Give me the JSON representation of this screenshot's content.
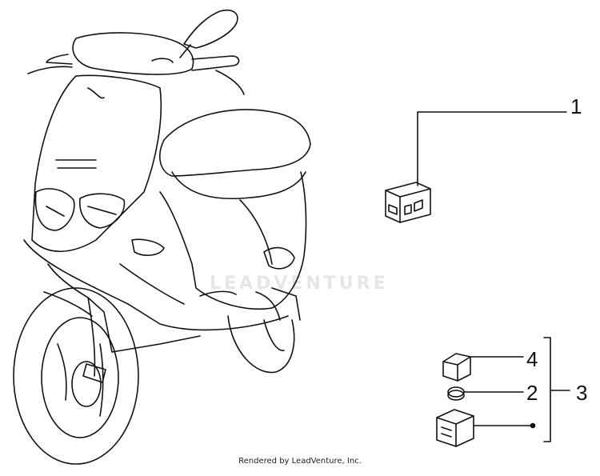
{
  "callouts": {
    "part_1": "1",
    "part_2": "2",
    "part_3": "3",
    "part_4": "4"
  },
  "footer": "Rendered by LeadVenture, Inc.",
  "watermark": "LEADVENTURE"
}
